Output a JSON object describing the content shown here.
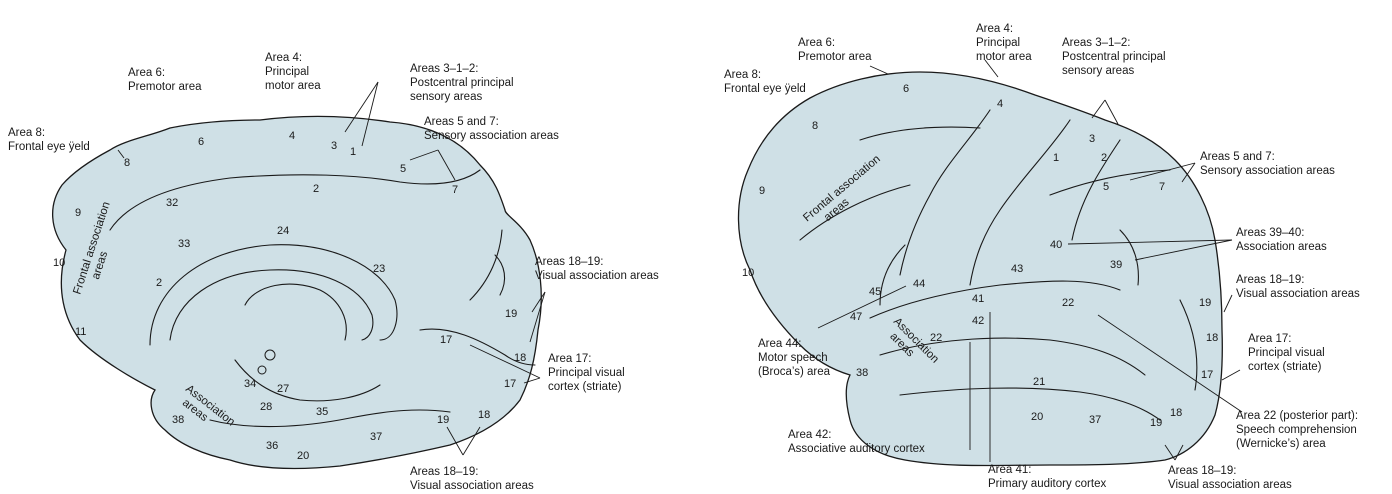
{
  "colors": {
    "cortex_fill": "#cfe0e6",
    "outline": "#1a1a1a",
    "background": "#ffffff"
  },
  "medial_view": {
    "labels": {
      "area8": [
        "Area 8:",
        "Frontal eye ÿeld"
      ],
      "area6": [
        "Area 6:",
        "Premotor area"
      ],
      "area4": [
        "Area 4:",
        "Principal",
        "motor area"
      ],
      "areas312": [
        "Areas 3–1–2:",
        "Postcentral principal",
        "sensory areas"
      ],
      "areas57": [
        "Areas 5 and 7:",
        "Sensory association areas"
      ],
      "areas1819_upper": [
        "Areas 18–19:",
        "Visual association areas"
      ],
      "area17": [
        "Area 17:",
        "Principal visual",
        "cortex (striate)"
      ],
      "areas1819_lower": [
        "Areas 18–19:",
        "Visual association areas"
      ],
      "frontal_assoc": [
        "Frontal association",
        "areas"
      ],
      "temporal_assoc": [
        "Association",
        "areas"
      ]
    },
    "numbers": {
      "n8": "8",
      "n6": "6",
      "n4": "4",
      "n3": "3",
      "n1": "1",
      "n5": "5",
      "n7": "7",
      "n9": "9",
      "n32": "32",
      "n2a": "2",
      "n33": "33",
      "n24": "24",
      "n23": "23",
      "n10": "10",
      "n2b": "2",
      "n11": "11",
      "n19a": "19",
      "n17a": "17",
      "n18a": "18",
      "n17b": "17",
      "n34": "34",
      "n27": "27",
      "n28": "28",
      "n35": "35",
      "n38": "38",
      "n36": "36",
      "n20": "20",
      "n37": "37",
      "n19b": "19",
      "n18b": "18"
    }
  },
  "lateral_view": {
    "labels": {
      "area4": [
        "Area 4:",
        "Principal",
        "motor area"
      ],
      "area6": [
        "Area 6:",
        "Premotor area"
      ],
      "areas312": [
        "Areas 3–1–2:",
        "Postcentral principal",
        "sensory areas"
      ],
      "area8": [
        "Area 8:",
        "Frontal eye ÿeld"
      ],
      "areas57": [
        "Areas 5 and 7:",
        "Sensory association areas"
      ],
      "areas3940": [
        "Areas 39–40:",
        "Association areas"
      ],
      "areas1819_right": [
        "Areas 18–19:",
        "Visual association areas"
      ],
      "area17": [
        "Area 17:",
        "Principal visual",
        "cortex (striate)"
      ],
      "area44": [
        "Area 44:",
        "Motor speech",
        "(Broca’s) area"
      ],
      "area22": [
        "Area 22 (posterior part):",
        "Speech comprehension",
        "(Wernicke’s) area"
      ],
      "area42": [
        "Area 42:",
        "Associative auditory cortex"
      ],
      "area41": [
        "Area 41:",
        "Primary auditory cortex"
      ],
      "areas1819_bottom": [
        "Areas 18–19:",
        "Visual association areas"
      ],
      "frontal_assoc": [
        "Frontal association",
        "areas"
      ],
      "temporal_assoc": [
        "Association",
        "areas"
      ]
    },
    "numbers": {
      "n6": "6",
      "n4": "4",
      "n8": "8",
      "n3": "3",
      "n1": "1",
      "n2": "2",
      "n5": "5",
      "n7": "7",
      "n9": "9",
      "n40": "40",
      "n39": "39",
      "n10": "10",
      "n43": "43",
      "n44": "44",
      "n45": "45",
      "n41": "41",
      "n22": "22",
      "n47": "47",
      "n42": "42",
      "n19a": "19",
      "n18a": "18",
      "n22b": "22",
      "n38": "38",
      "n21": "21",
      "n17": "17",
      "n20": "20",
      "n37": "37",
      "n19b": "19",
      "n18b": "18"
    }
  }
}
